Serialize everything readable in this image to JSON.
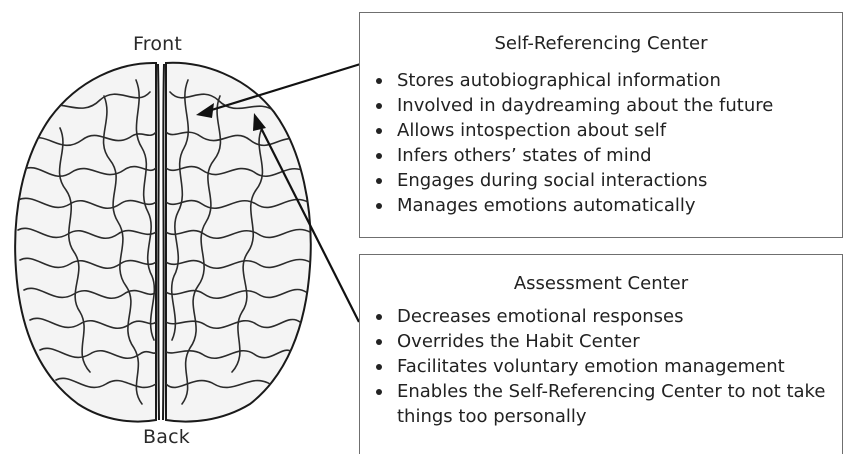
{
  "brain": {
    "front_label": "Front",
    "back_label": "Back"
  },
  "self_referencing": {
    "title": "Self-Referencing Center",
    "items": [
      "Stores autobiographical information",
      "Involved in daydreaming about the future",
      "Allows intospection about self",
      "Infers others’ states of mind",
      "Engages during social interactions",
      "Manages emotions automatically"
    ]
  },
  "assessment": {
    "title": "Assessment Center",
    "items": [
      "Decreases emotional responses",
      "Overrides the Habit Center",
      "Facilitates voluntary emotion management",
      "Enables the Self-Referencing Center to not take things too personally"
    ]
  }
}
